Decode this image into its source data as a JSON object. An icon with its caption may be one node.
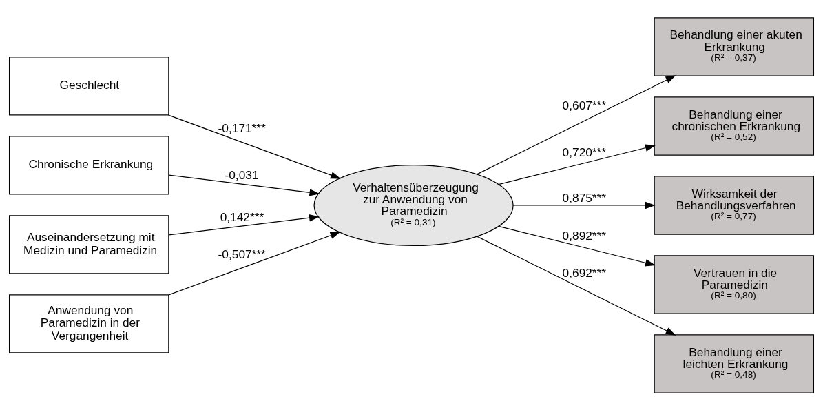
{
  "diagram": {
    "nodes": [
      {
        "text": [
          "Geschlecht"
        ]
      },
      {
        "text": [
          "Chronische Erkrankung"
        ]
      },
      {
        "text": [
          "Auseinandersetzung mit Medizin und Paramedizin"
        ]
      },
      {
        "text": [
          "Anwendung von Paramedizin in der Vergangenheit"
        ]
      },
      {
        "text": [
          "Verhaltensüberzeugung zur Anwendung von Paramedizin",
          "(R² = 0,31)"
        ]
      },
      {
        "text": [
          "Behandlung einer akuten Erkrankung",
          "(R² = 0,37)"
        ]
      },
      {
        "text": [
          "Behandlung einer chronischen Erkrankung",
          "(R² = 0,52)"
        ]
      },
      {
        "text": [
          "Wirksamkeit der Behandlungsverfahren",
          "(R² = 0,77)"
        ]
      },
      {
        "text": [
          "Vertrauen in die Paramedizin",
          "(R² = 0,80)"
        ]
      },
      {
        "text": [
          "Behandlung einer leichten Erkrankung",
          "(R² = 0,48)"
        ]
      }
    ],
    "edges": [
      {
        "from": 0,
        "to": 4,
        "arrow": "to",
        "label": "-0,171***"
      },
      {
        "from": 1,
        "to": 4,
        "arrow": "to",
        "label": "-0,031"
      },
      {
        "from": 2,
        "to": 4,
        "arrow": "to",
        "label": "0,142***"
      },
      {
        "from": 3,
        "to": 4,
        "arrow": "to",
        "label": "-0,507***"
      },
      {
        "from": 4,
        "to": 5,
        "arrow": "to",
        "label": "0,607***"
      },
      {
        "from": 4,
        "to": 6,
        "arrow": "to",
        "label": "0,720***"
      },
      {
        "from": 4,
        "to": 7,
        "arrow": "to",
        "label": "0,875***"
      },
      {
        "from": 4,
        "to": 8,
        "arrow": "to",
        "label": "0,892***"
      },
      {
        "from": 4,
        "to": 9,
        "arrow": "to",
        "label": "0,692***"
      }
    ]
  }
}
